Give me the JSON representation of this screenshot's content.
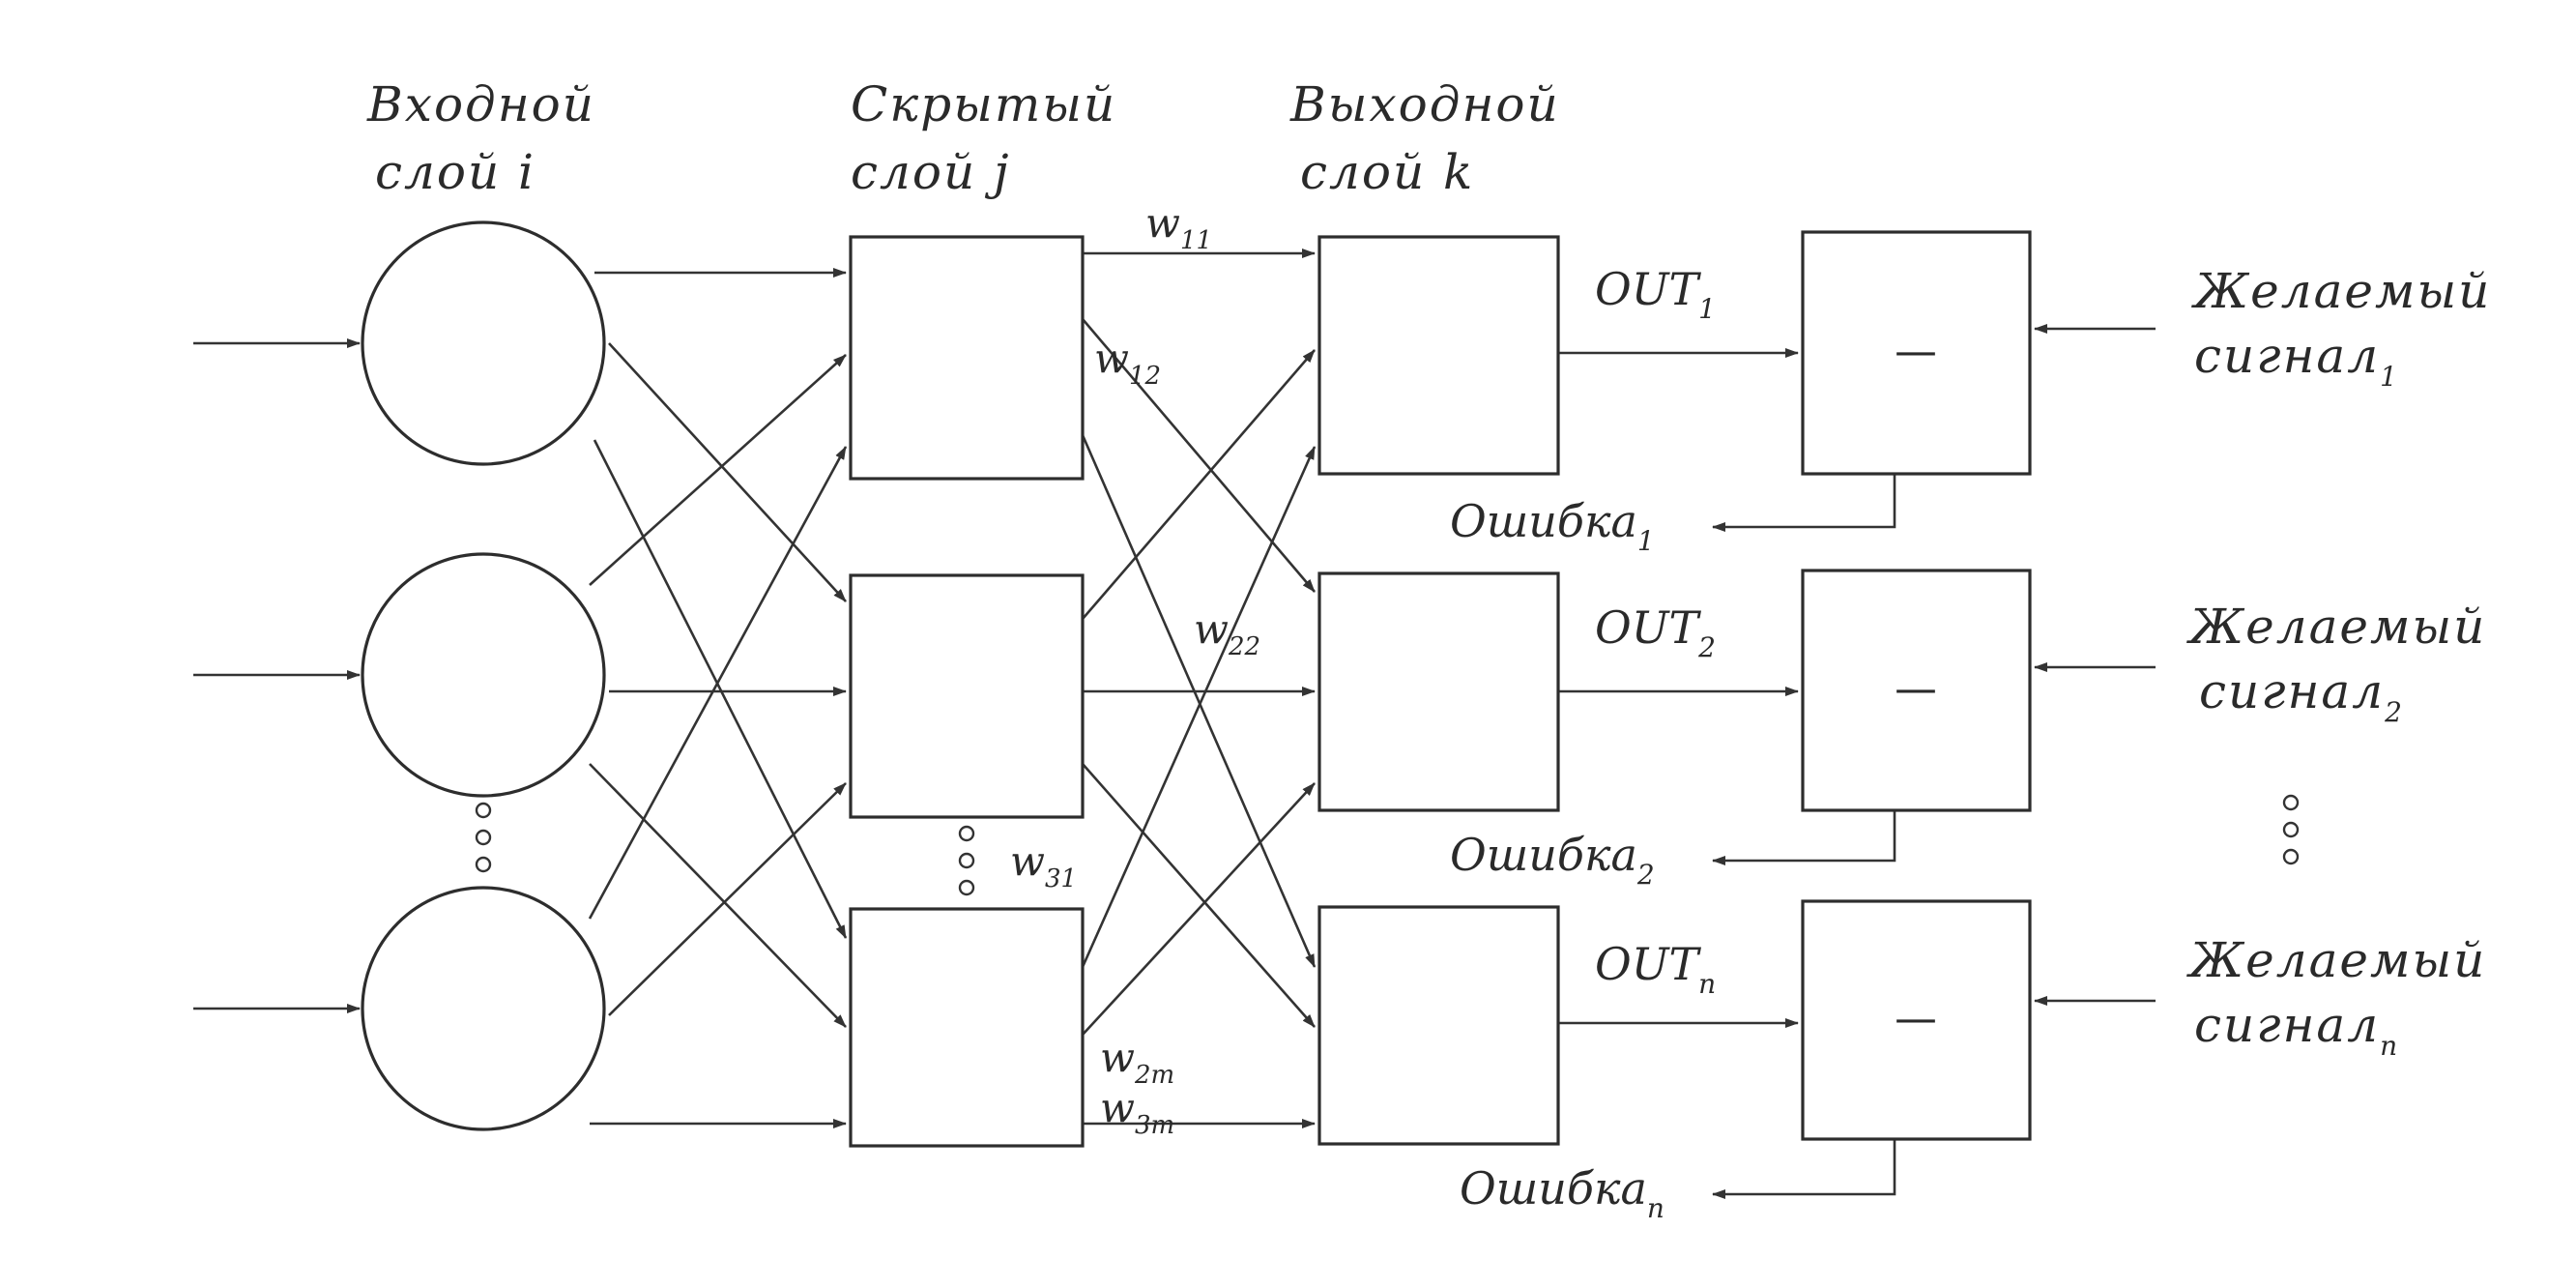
{
  "layers": {
    "input_title_line1": "Входной",
    "input_title_line2": "слой i",
    "hidden_title_line1": "Скрытый",
    "hidden_title_line2": "слой j",
    "output_title_line1": "Выходной",
    "output_title_line2": "слой k"
  },
  "weights": [
    {
      "base": "w",
      "sub": "11"
    },
    {
      "base": "w",
      "sub": "12"
    },
    {
      "base": "w",
      "sub": "22"
    },
    {
      "base": "w",
      "sub": "31"
    },
    {
      "base": "w",
      "sub": "2m"
    },
    {
      "base": "w",
      "sub": "3m"
    }
  ],
  "outputs": [
    {
      "base": "OUT",
      "sub": "1"
    },
    {
      "base": "OUT",
      "sub": "2"
    },
    {
      "base": "OUT",
      "sub": "n"
    }
  ],
  "errors": [
    {
      "base": "Ошибка",
      "sub": "1"
    },
    {
      "base": "Ошибка",
      "sub": "2"
    },
    {
      "base": "Ошибка",
      "sub": "n"
    }
  ],
  "desired": [
    {
      "line1": "Желаемый",
      "line2": "сигнал",
      "sub": "1"
    },
    {
      "line1": "Желаемый",
      "line2": "сигнал",
      "sub": "2"
    },
    {
      "line1": "Желаемый",
      "line2": "сигнал",
      "sub": "n"
    }
  ],
  "comparator_symbol": "—"
}
